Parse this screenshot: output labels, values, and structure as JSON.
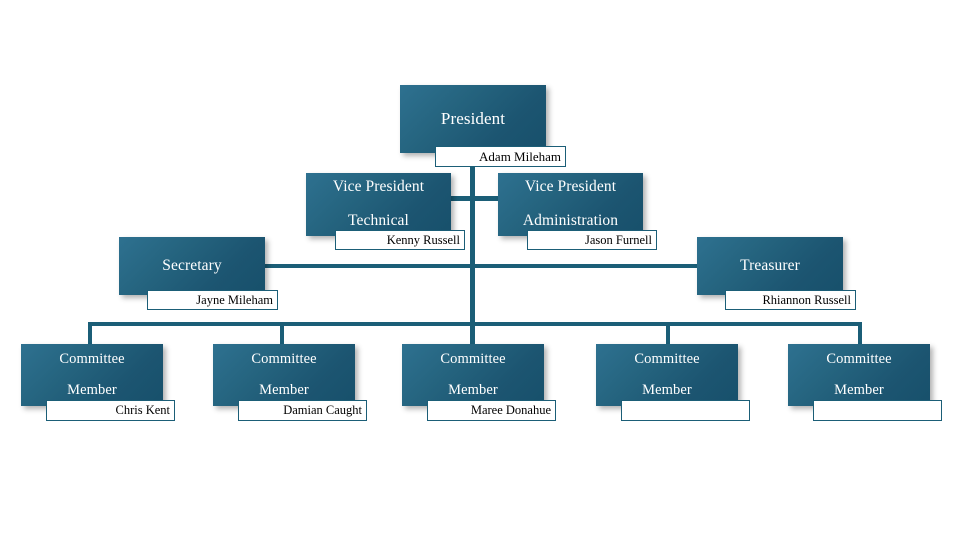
{
  "chart": {
    "type": "org-chart",
    "background_color": "#ffffff",
    "box_fill_color": "#1d5a75",
    "box_text_color": "#ffffff",
    "connector_color": "#1b5e77",
    "name_box_border_color": "#1b5e77",
    "name_box_fill_color": "#ffffff",
    "name_box_text_color": "#000000"
  },
  "nodes": {
    "president": {
      "title": "President",
      "name": "Adam Mileham"
    },
    "vp_technical": {
      "title_line1": "Vice President",
      "title_line2": "Technical",
      "name": "Kenny Russell"
    },
    "vp_administration": {
      "title_line1": "Vice President",
      "title_line2": "Administration",
      "name": "Jason Furnell"
    },
    "secretary": {
      "title": "Secretary",
      "name": "Jayne Mileham"
    },
    "treasurer": {
      "title": "Treasurer",
      "name": "Rhiannon Russell"
    },
    "committee_1": {
      "title_line1": "Committee",
      "title_line2": "Member",
      "name": "Chris Kent"
    },
    "committee_2": {
      "title_line1": "Committee",
      "title_line2": "Member",
      "name": "Damian Caught"
    },
    "committee_3": {
      "title_line1": "Committee",
      "title_line2": "Member",
      "name": "Maree Donahue"
    },
    "committee_4": {
      "title_line1": "Committee",
      "title_line2": "Member",
      "name": ""
    },
    "committee_5": {
      "title_line1": "Committee",
      "title_line2": "Member",
      "name": ""
    }
  }
}
